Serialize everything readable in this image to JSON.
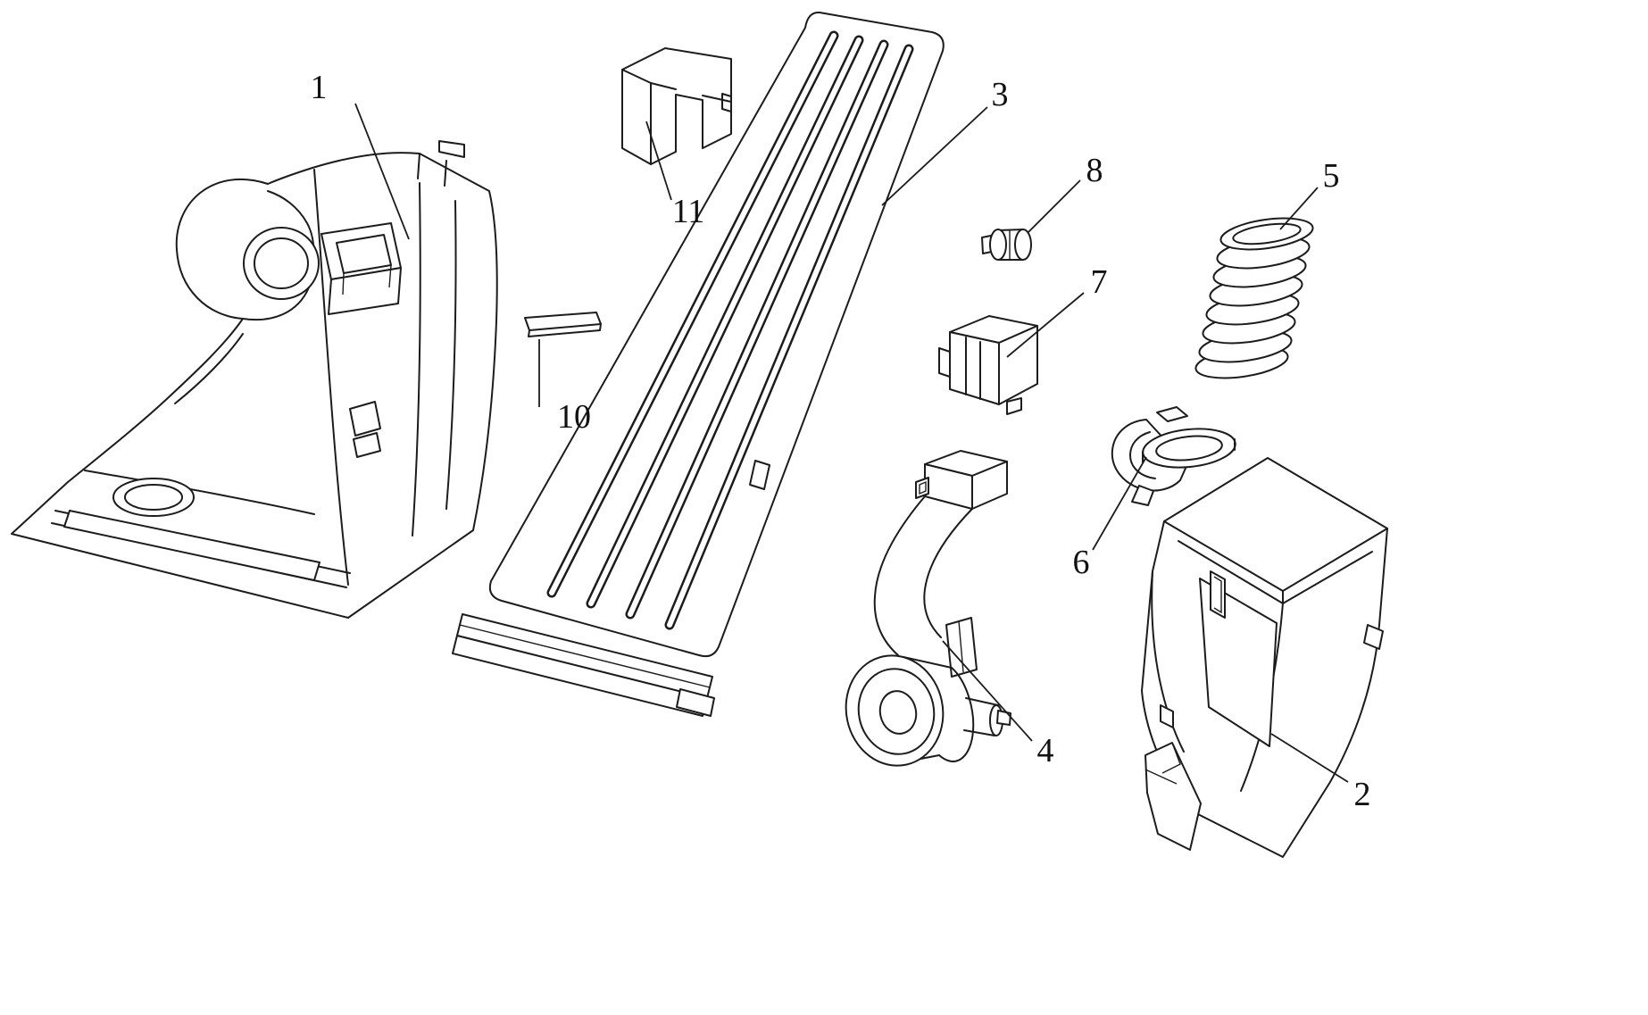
{
  "figure": {
    "description": "Exploded-view technical line drawing of an accelerator pedal assembly with numbered part callouts",
    "background_color": "#ffffff",
    "line_color": "#1c1c1c",
    "callouts": [
      {
        "id": "callout-1",
        "label": "1"
      },
      {
        "id": "callout-11",
        "label": "11"
      },
      {
        "id": "callout-10",
        "label": "10"
      },
      {
        "id": "callout-3",
        "label": "3"
      },
      {
        "id": "callout-8",
        "label": "8"
      },
      {
        "id": "callout-5",
        "label": "5"
      },
      {
        "id": "callout-7",
        "label": "7"
      },
      {
        "id": "callout-6",
        "label": "6"
      },
      {
        "id": "callout-4",
        "label": "4"
      },
      {
        "id": "callout-2",
        "label": "2"
      }
    ]
  }
}
